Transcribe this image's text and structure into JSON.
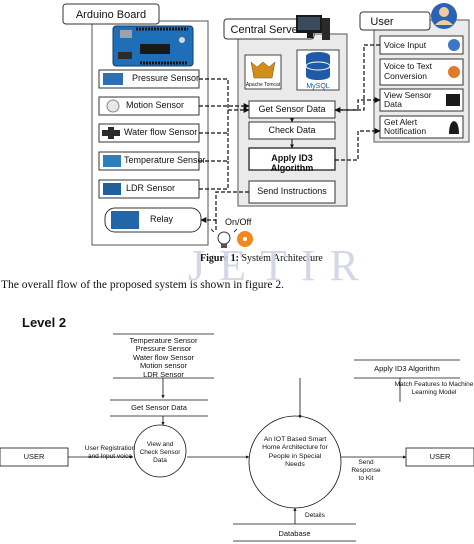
{
  "figure1": {
    "arduino": {
      "title": "Arduino Board",
      "sensors": [
        "Pressure Sensor",
        "Motion Sensor",
        "Water flow Sensor",
        "Temperature Sensor",
        "LDR Sensor"
      ],
      "relay": "Relay"
    },
    "server": {
      "title": "Central Server",
      "tomcat_label": "Apache Tomcat",
      "mysql_label": "MySQL",
      "steps": [
        "Get Sensor Data",
        "Check Data",
        "Apply ID3 Algorithm",
        "Send Instructions"
      ]
    },
    "user": {
      "title": "User",
      "items": [
        "Voice Input",
        "Voice to Text Conversion",
        "View Sensor Data",
        "Get Alert Notification"
      ]
    },
    "onoff_label": "On/Off",
    "caption_bold": "Figure 1:",
    "caption_text": "System Architecture"
  },
  "body_text": "The overall flow of the proposed system is shown in figure 2.",
  "watermark": "JETIR",
  "level2": {
    "heading": "Level 2",
    "sensor_list": [
      "Temperature Sensor",
      "Pressure Sensor",
      "Water flow Sensor",
      "Motion sensor",
      "LDR Sensor"
    ],
    "get_sensor_data": "Get Sensor Data",
    "apply_id3": "Apply ID3 Algorithm",
    "match_features": "Match Features to Machine Learning Model",
    "user_left": "USER",
    "user_right": "USER",
    "user_registration": "User Registration and Input voice",
    "view_check": "View and Check Sensor Data",
    "main_process": "An IOT Based Smart Home Architecture for People in Special Needs",
    "send_response": "Send Response to Kit",
    "details": "Details",
    "database": "Database"
  }
}
